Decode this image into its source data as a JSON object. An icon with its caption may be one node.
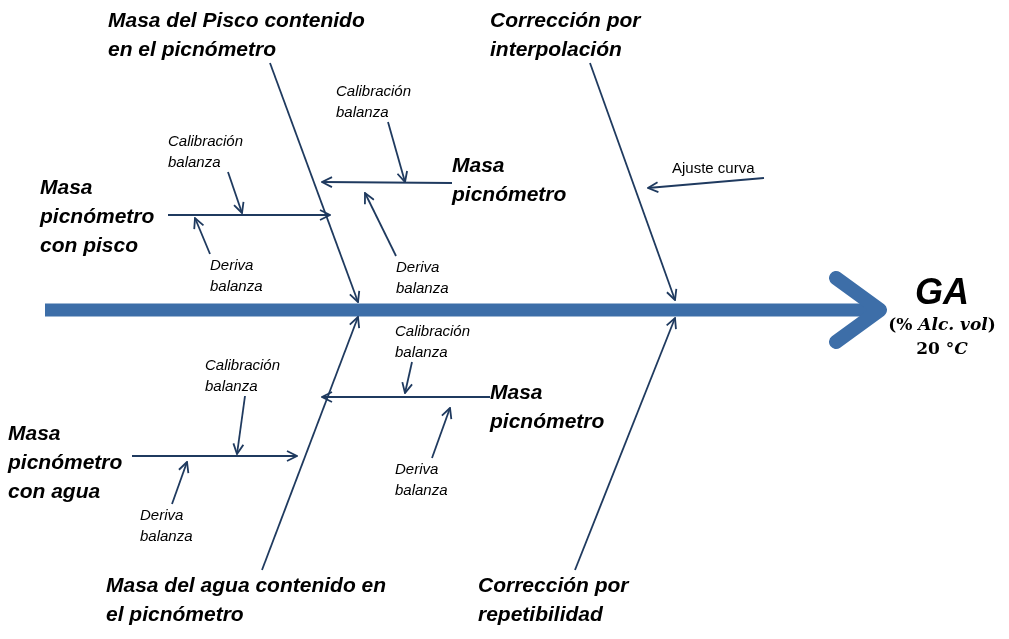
{
  "diagram": {
    "nodes": [
      {
        "text": [
          "Masa del Pisco contenido en el picnómetro"
        ]
      },
      {
        "text": [
          "Corrección por interpolación"
        ]
      },
      {
        "text": [
          "Masa picnómetro con pisco"
        ]
      },
      {
        "text": [
          "Masa picnómetro"
        ]
      },
      {
        "text": [
          "Ajuste curva"
        ]
      },
      {
        "text": [
          "Calibración balanza"
        ]
      },
      {
        "text": [
          "Deriva balanza"
        ]
      },
      {
        "text": [
          "Calibración balanza"
        ]
      },
      {
        "text": [
          "Deriva balanza"
        ]
      },
      {
        "text": [
          "GA",
          "(% *Alc. vol*) 20 °*C*"
        ]
      },
      {
        "text": [
          "Masa picnómetro con agua"
        ]
      },
      {
        "text": [
          "Calibración balanza"
        ]
      },
      {
        "text": [
          "Deriva balanza"
        ]
      },
      {
        "text": [
          "Calibración balanza"
        ]
      },
      {
        "text": [
          "Masa picnómetro"
        ]
      },
      {
        "text": [
          "Deriva balanza"
        ]
      },
      {
        "text": [
          "Masa del agua contenido en el picnómetro"
        ]
      },
      {
        "text": [
          "Corrección por repetibilidad"
        ]
      }
    ],
    "edges": [
      {
        "from": null,
        "to": 9,
        "arrow": "to",
        "style": "thick",
        "color": "#3d6ea8"
      },
      {
        "from": 0,
        "to": null,
        "arrow": "to"
      },
      {
        "from": 1,
        "to": null,
        "arrow": "to"
      },
      {
        "from": 16,
        "to": null,
        "arrow": "to"
      },
      {
        "from": 17,
        "to": null,
        "arrow": "to"
      },
      {
        "from": 2,
        "to": null,
        "arrow": "to"
      },
      {
        "from": 5,
        "to": null,
        "arrow": "to"
      },
      {
        "from": 6,
        "to": null,
        "arrow": "to"
      },
      {
        "from": 3,
        "to": null,
        "arrow": "to"
      },
      {
        "from": 7,
        "to": null,
        "arrow": "to"
      },
      {
        "from": 8,
        "to": null,
        "arrow": "to"
      },
      {
        "from": 4,
        "to": null,
        "arrow": "to"
      },
      {
        "from": 10,
        "to": null,
        "arrow": "to"
      },
      {
        "from": 11,
        "to": null,
        "arrow": "to"
      },
      {
        "from": 12,
        "to": null,
        "arrow": "to"
      },
      {
        "from": 13,
        "to": null,
        "arrow": "to"
      },
      {
        "from": 14,
        "to": null,
        "arrow": "to"
      },
      {
        "from": 15,
        "to": null,
        "arrow": "to"
      }
    ]
  }
}
